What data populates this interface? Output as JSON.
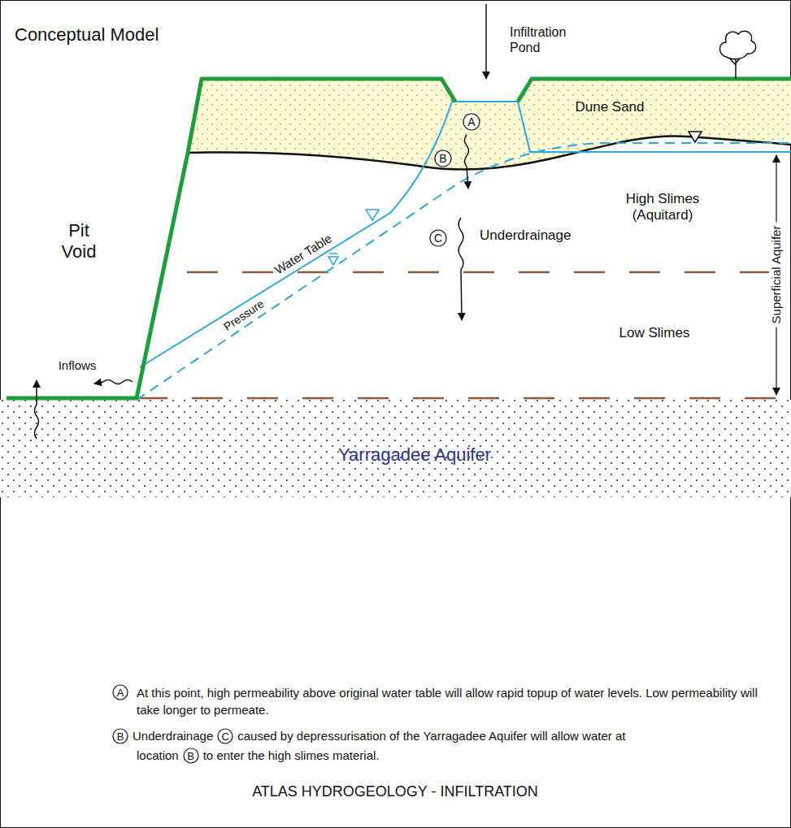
{
  "diagram": {
    "title": "Conceptual Model",
    "caption": "ATLAS HYDROGEOLOGY - INFILTRATION",
    "nodes": [
      {
        "text": [
          "A"
        ]
      },
      {
        "text": [
          "B"
        ]
      },
      {
        "text": [
          "C"
        ]
      },
      {
        "text": [
          "A"
        ]
      },
      {
        "text": [
          "B"
        ]
      },
      {
        "text": [
          "C"
        ]
      },
      {
        "text": [
          "B"
        ]
      }
    ],
    "labels": [
      "Infiltration Pond",
      "Dune Sand",
      "Pit Void",
      "Water Table",
      "High Slimes (Aquitard)",
      "Superficial Aquifer",
      "Underdrainage",
      "Pressure",
      "Low Slimes",
      "Inflows",
      "Yarragadee Aquifer",
      "At this point, high permeability above original water table will allow rapid topup of water levels. Low permeability will take longer to permeate.",
      "Underdrainage",
      "caused by depressurisation of the Yarragadee Aquifer will allow water at",
      "location",
      "to enter the high slimes material."
    ]
  }
}
